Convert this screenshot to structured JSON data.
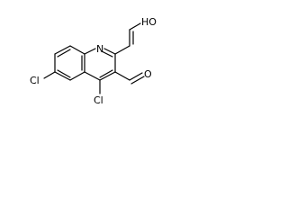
{
  "molecule": {
    "atoms": {
      "n1": "N",
      "oh": "HO",
      "cl6": "Cl",
      "cl4": "Cl",
      "o_ald": "O"
    },
    "colors": {
      "bond": "#000000",
      "label": "#000000",
      "background": "#ffffff"
    }
  }
}
